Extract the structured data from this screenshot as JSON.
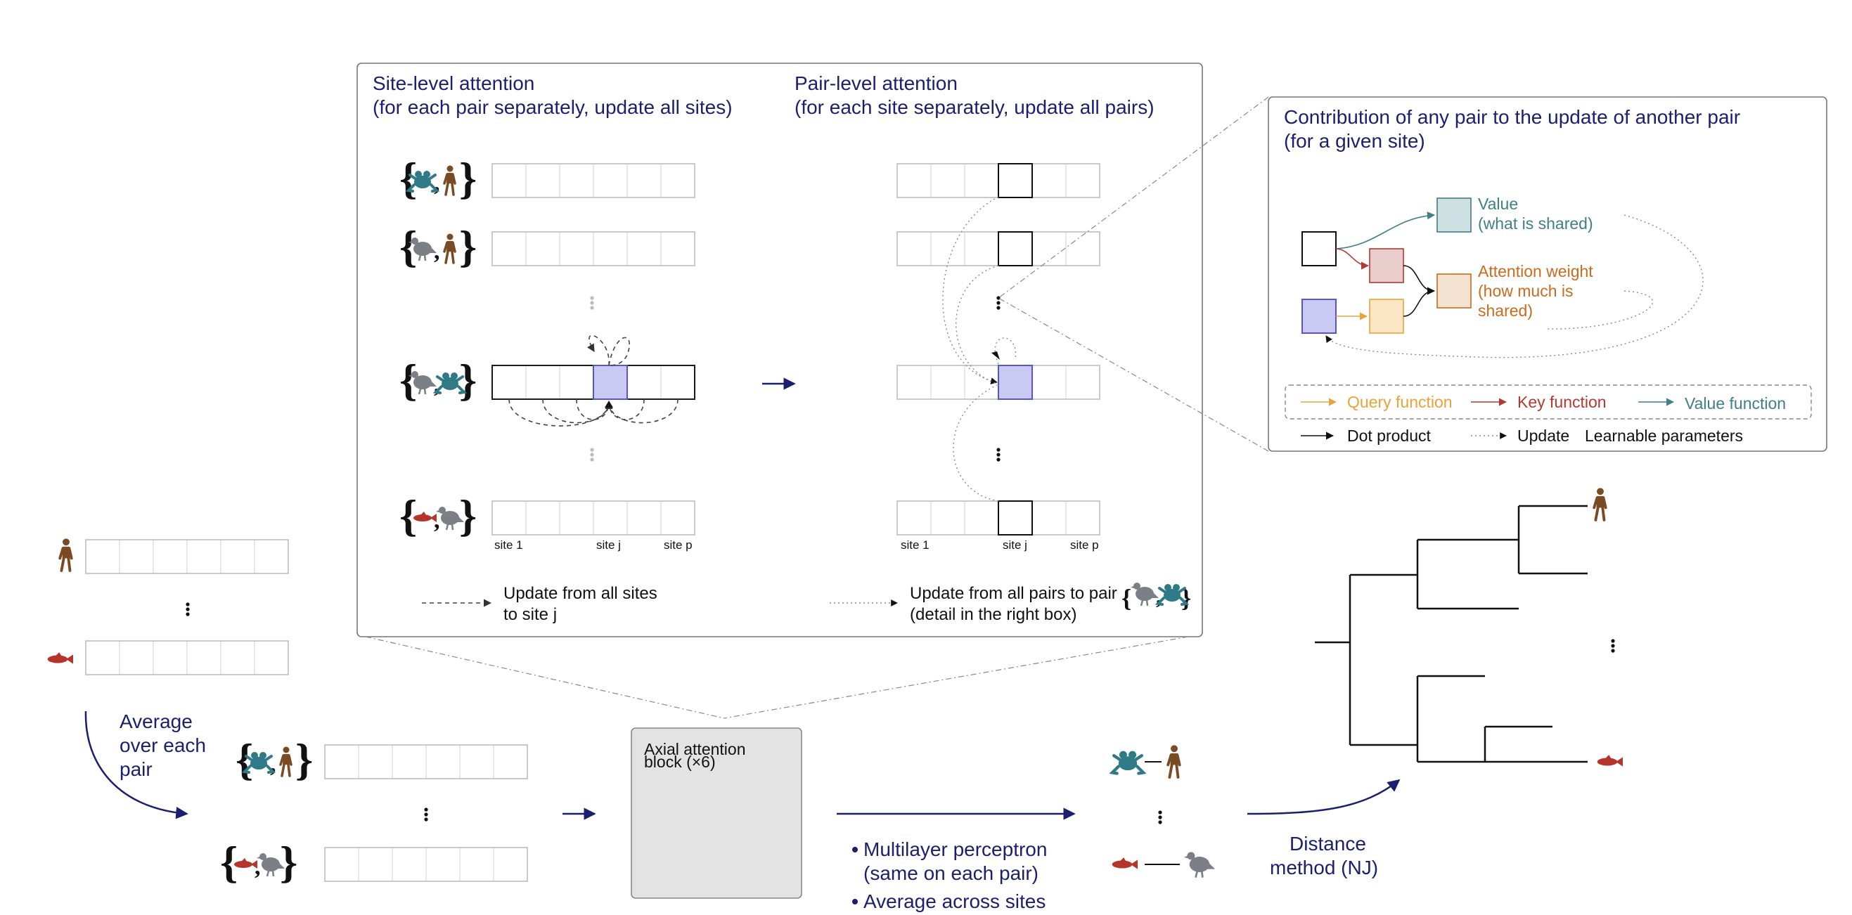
{
  "site_box": {
    "title1": "Site-level attention",
    "title2": "(for each pair separately, update all sites)",
    "site_labels": [
      "site 1",
      "site j",
      "site p"
    ],
    "legend_line1": "Update from all sites",
    "legend_line2": "to site j"
  },
  "pair_box": {
    "title1": "Pair-level attention",
    "title2": "(for each site separately, update all pairs)",
    "site_labels": [
      "site 1",
      "site j",
      "site p"
    ],
    "legend_line1": "Update from all pairs to pair",
    "legend_line2": "(detail in the right box)"
  },
  "detail_box": {
    "title1": "Contribution of any pair to the update of another pair",
    "title2": "(for a given site)",
    "value_line1": "Value",
    "value_line2": "(what is shared)",
    "attn_line1": "Attention weight",
    "attn_line2": "(how much is",
    "attn_line3": "shared)",
    "query_fn": "Query function",
    "key_fn": "Key function",
    "value_fn": "Value function",
    "dot_product": "Dot product",
    "update": "Update",
    "learnable": "Learnable parameters"
  },
  "left": {
    "average_line1": "Average",
    "average_line2": "over each",
    "average_line3": "pair"
  },
  "block": {
    "line1": "Axial attention",
    "line2": "block (×6)"
  },
  "mlp": {
    "bullet1_line1": "Multilayer perceptron",
    "bullet1_line2": "(same on each pair)",
    "bullet2": "Average across sites"
  },
  "distance": {
    "line1": "Distance",
    "line2": "method (NJ)"
  },
  "colors": {
    "navy": "#1c1f6e",
    "highlight": "#c9c9f3",
    "query": "#e9a33a",
    "key": "#b23a30",
    "value": "#3f7f86",
    "attention": "#cc6a1d",
    "frog": "#2f7a86",
    "human": "#7a4a23",
    "bird": "#7b7f86",
    "fish": "#b5352b"
  },
  "icons": [
    "frog-icon",
    "human-icon",
    "bird-icon",
    "fish-icon"
  ]
}
